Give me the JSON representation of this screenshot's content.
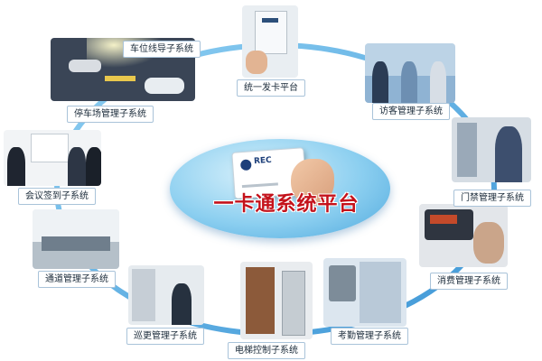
{
  "center": {
    "title": "一卡通系统平台",
    "card_brand": "REC"
  },
  "nodes": [
    {
      "id": "card-issuing",
      "label": "统一发卡平台"
    },
    {
      "id": "visitor",
      "label": "访客管理子系统"
    },
    {
      "id": "access-control",
      "label": "门禁管理子系统"
    },
    {
      "id": "consumption",
      "label": "消费管理子系统"
    },
    {
      "id": "attendance",
      "label": "考勤管理子系统"
    },
    {
      "id": "elevator",
      "label": "电梯控制子系统"
    },
    {
      "id": "patrol",
      "label": "巡更管理子系统"
    },
    {
      "id": "passage",
      "label": "通道管理子系统"
    },
    {
      "id": "meeting",
      "label": "会议签到子系统"
    },
    {
      "id": "parking",
      "label": "停车场管理子系统"
    },
    {
      "id": "parking-guidance",
      "label": "车位线导子系统"
    }
  ],
  "colors": {
    "ring": "#5aaee6",
    "title": "#c4121b",
    "label_border": "#a9c3d9"
  }
}
